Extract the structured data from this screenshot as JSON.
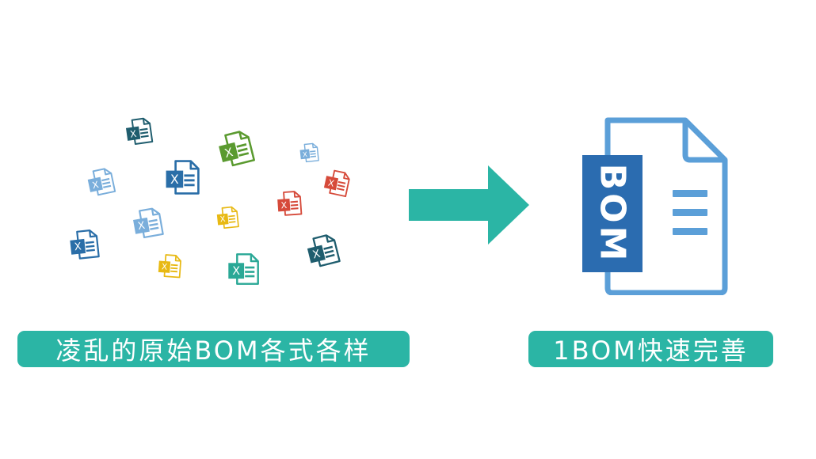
{
  "left_label": "凌乱的原始BOM各式各样",
  "right_label": "1BOM快速完善",
  "bom_doc": {
    "tab_text": "BOM"
  },
  "excel_icon_letter": "X",
  "colors": {
    "teal": "#2bb5a5",
    "doc_blue": "#5b9fd8",
    "doc_tab_blue": "#2b6cb0",
    "excel_blue": "#2a6ea8",
    "excel_light_blue": "#7aaedb",
    "excel_green": "#5a9a2f",
    "excel_yellow": "#e8b913",
    "excel_red": "#d64a3a",
    "excel_teal": "#2aa896",
    "excel_dark_teal": "#1f5d6e"
  },
  "scattered_files": [
    {
      "color": "excel_dark_teal"
    },
    {
      "color": "excel_green"
    },
    {
      "color": "excel_light_blue"
    },
    {
      "color": "excel_light_blue"
    },
    {
      "color": "excel_blue"
    },
    {
      "color": "excel_red"
    },
    {
      "color": "excel_red"
    },
    {
      "color": "excel_yellow"
    },
    {
      "color": "excel_light_blue"
    },
    {
      "color": "excel_blue"
    },
    {
      "color": "excel_yellow"
    },
    {
      "color": "excel_dark_teal"
    },
    {
      "color": "excel_teal"
    }
  ]
}
